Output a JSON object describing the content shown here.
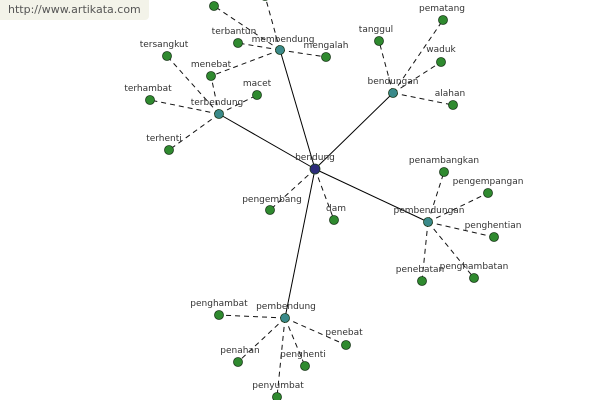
{
  "watermark": "http://www.artikata.com",
  "colors": {
    "center": "#2c2c7a",
    "hub": "#3a8a8a",
    "leaf": "#2f8a2f",
    "node_stroke": "#1a3a1a"
  },
  "nodes": [
    {
      "id": "bendung",
      "label": "bendung",
      "kind": "center"
    },
    {
      "id": "membendung",
      "label": "membendung",
      "kind": "hub"
    },
    {
      "id": "bendungan",
      "label": "bendungan",
      "kind": "hub"
    },
    {
      "id": "terbendung",
      "label": "terbendung",
      "kind": "hub"
    },
    {
      "id": "pembendungan",
      "label": "pembendungan",
      "kind": "hub"
    },
    {
      "id": "pembendung",
      "label": "pembendung",
      "kind": "hub"
    },
    {
      "id": "pengembang",
      "label": "pengembang",
      "kind": "leaf"
    },
    {
      "id": "dam",
      "label": "dam",
      "kind": "leaf"
    },
    {
      "id": "terbantun",
      "label": "terbantun",
      "kind": "leaf"
    },
    {
      "id": "mengalah",
      "label": "mengalah",
      "kind": "leaf"
    },
    {
      "id": "menebat",
      "label": "menebat",
      "kind": "leaf"
    },
    {
      "id": "top1",
      "label": "",
      "kind": "leaf"
    },
    {
      "id": "top2",
      "label": "",
      "kind": "leaf"
    },
    {
      "id": "tanggul",
      "label": "tanggul",
      "kind": "leaf"
    },
    {
      "id": "pematang",
      "label": "pematang",
      "kind": "leaf"
    },
    {
      "id": "waduk",
      "label": "waduk",
      "kind": "leaf"
    },
    {
      "id": "alahan",
      "label": "alahan",
      "kind": "leaf"
    },
    {
      "id": "tersangkut",
      "label": "tersangkut",
      "kind": "leaf"
    },
    {
      "id": "terhambat",
      "label": "terhambat",
      "kind": "leaf"
    },
    {
      "id": "macet",
      "label": "macet",
      "kind": "leaf"
    },
    {
      "id": "terhenti",
      "label": "terhenti",
      "kind": "leaf"
    },
    {
      "id": "penambangkan",
      "label": "penambangkan",
      "kind": "leaf"
    },
    {
      "id": "pengempangan",
      "label": "pengempangan",
      "kind": "leaf"
    },
    {
      "id": "penghentian",
      "label": "penghentian",
      "kind": "leaf"
    },
    {
      "id": "penghambatan",
      "label": "penghambatan",
      "kind": "leaf"
    },
    {
      "id": "penebatan",
      "label": "penebatan",
      "kind": "leaf"
    },
    {
      "id": "penghambat",
      "label": "penghambat",
      "kind": "leaf"
    },
    {
      "id": "penebat",
      "label": "penebat",
      "kind": "leaf"
    },
    {
      "id": "penahan",
      "label": "penahan",
      "kind": "leaf"
    },
    {
      "id": "penghenti",
      "label": "penghenti",
      "kind": "leaf"
    },
    {
      "id": "penyumbat",
      "label": "penyumbat",
      "kind": "leaf"
    }
  ],
  "edges": [
    {
      "from": "bendung",
      "to": "membendung",
      "style": "solid"
    },
    {
      "from": "bendung",
      "to": "bendungan",
      "style": "solid"
    },
    {
      "from": "bendung",
      "to": "terbendung",
      "style": "solid"
    },
    {
      "from": "bendung",
      "to": "pembendungan",
      "style": "solid"
    },
    {
      "from": "bendung",
      "to": "pembendung",
      "style": "solid"
    },
    {
      "from": "bendung",
      "to": "pengembang",
      "style": "dashed"
    },
    {
      "from": "bendung",
      "to": "dam",
      "style": "dashed"
    },
    {
      "from": "membendung",
      "to": "terbantun",
      "style": "dashed"
    },
    {
      "from": "membendung",
      "to": "mengalah",
      "style": "dashed"
    },
    {
      "from": "membendung",
      "to": "menebat",
      "style": "dashed"
    },
    {
      "from": "membendung",
      "to": "top1",
      "style": "dashed"
    },
    {
      "from": "membendung",
      "to": "top2",
      "style": "dashed"
    },
    {
      "from": "bendungan",
      "to": "tanggul",
      "style": "dashed"
    },
    {
      "from": "bendungan",
      "to": "pematang",
      "style": "dashed"
    },
    {
      "from": "bendungan",
      "to": "waduk",
      "style": "dashed"
    },
    {
      "from": "bendungan",
      "to": "alahan",
      "style": "dashed"
    },
    {
      "from": "terbendung",
      "to": "tersangkut",
      "style": "dashed"
    },
    {
      "from": "terbendung",
      "to": "terhambat",
      "style": "dashed"
    },
    {
      "from": "terbendung",
      "to": "menebat",
      "style": "dashed"
    },
    {
      "from": "terbendung",
      "to": "macet",
      "style": "dashed"
    },
    {
      "from": "terbendung",
      "to": "terhenti",
      "style": "dashed"
    },
    {
      "from": "pembendungan",
      "to": "penambangkan",
      "style": "dashed"
    },
    {
      "from": "pembendungan",
      "to": "pengempangan",
      "style": "dashed"
    },
    {
      "from": "pembendungan",
      "to": "penghentian",
      "style": "dashed"
    },
    {
      "from": "pembendungan",
      "to": "penghambatan",
      "style": "dashed"
    },
    {
      "from": "pembendungan",
      "to": "penebatan",
      "style": "dashed"
    },
    {
      "from": "pembendung",
      "to": "penghambat",
      "style": "dashed"
    },
    {
      "from": "pembendung",
      "to": "penebat",
      "style": "dashed"
    },
    {
      "from": "pembendung",
      "to": "penahan",
      "style": "dashed"
    },
    {
      "from": "pembendung",
      "to": "penghenti",
      "style": "dashed"
    },
    {
      "from": "pembendung",
      "to": "penyumbat",
      "style": "dashed"
    }
  ]
}
